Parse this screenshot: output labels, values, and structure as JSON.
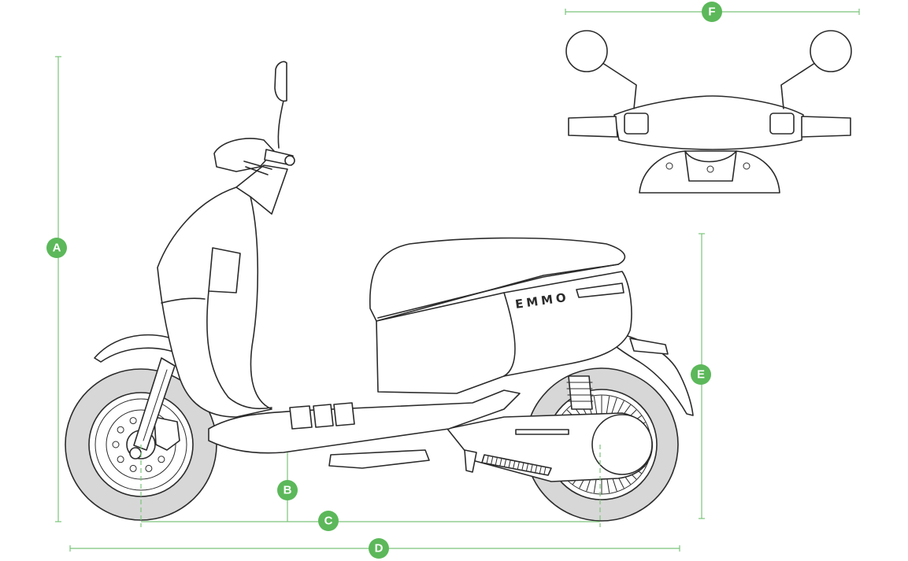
{
  "brand_label": "EMMO",
  "dimension_labels": {
    "A": "A",
    "B": "B",
    "C": "C",
    "D": "D",
    "E": "E",
    "F": "F"
  },
  "colors": {
    "dimension_line": "#7cc47a",
    "badge": "#5cb85a",
    "outline": "#2b2b2b",
    "tire_fill": "#d7d7d7"
  }
}
